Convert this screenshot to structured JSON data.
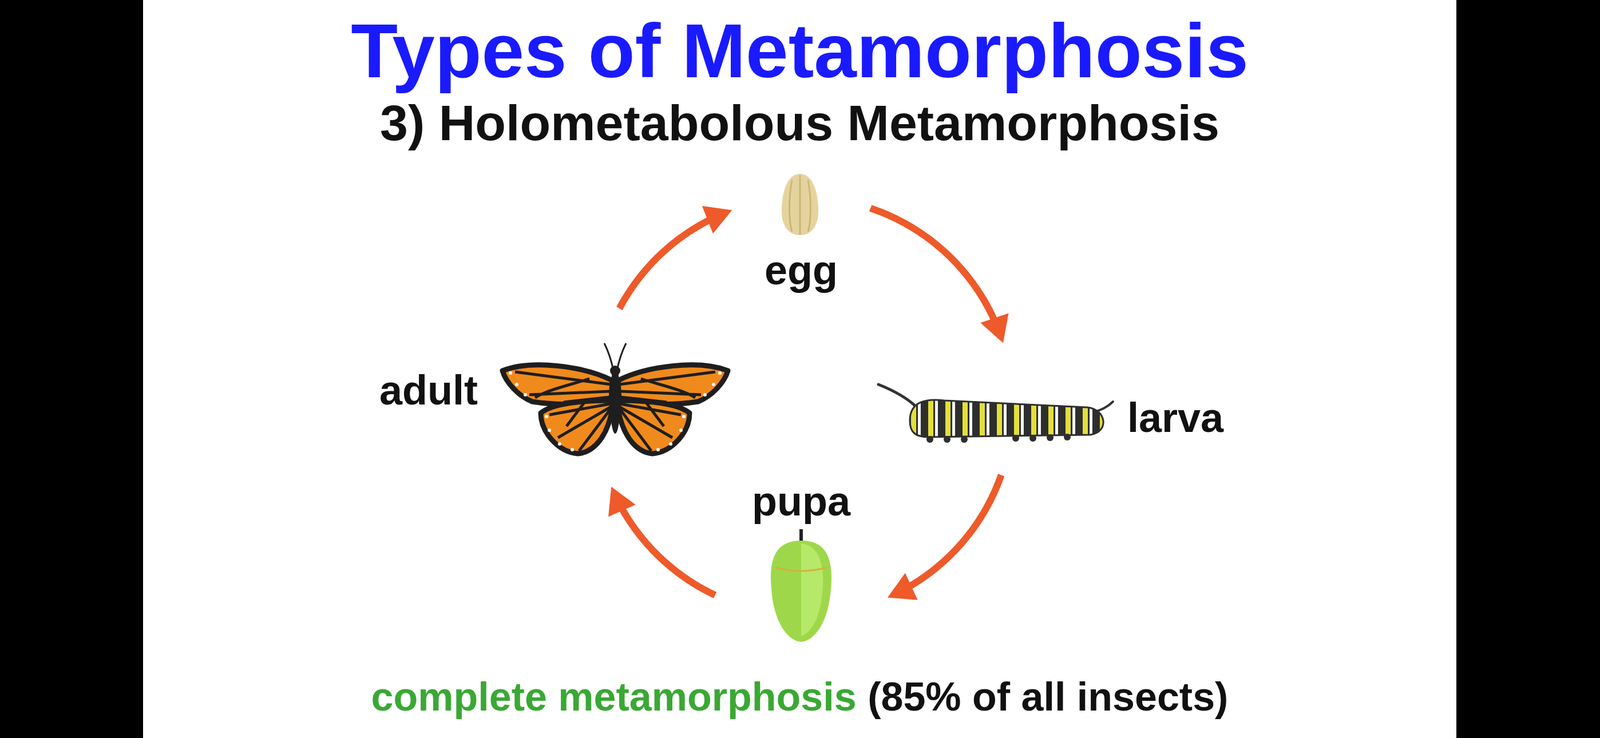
{
  "diagram": {
    "title": "Types of Metamorphosis",
    "caption": "complete metamorphosis",
    "nodes": [
      {
        "text": [
          "egg"
        ]
      },
      {
        "text": [
          "adult"
        ]
      },
      {
        "text": [
          "larva"
        ]
      },
      {
        "text": [
          "pupa"
        ]
      }
    ],
    "edges": [
      {
        "from": 0,
        "to": 2,
        "arrow": "to"
      },
      {
        "from": 2,
        "to": 3,
        "arrow": "to"
      },
      {
        "from": 3,
        "to": 1,
        "arrow": "to"
      },
      {
        "from": 1,
        "to": 0,
        "arrow": "to"
      }
    ],
    "labels": [
      "3) Holometabolous Metamorphosis",
      "(85% of all insects)"
    ]
  }
}
